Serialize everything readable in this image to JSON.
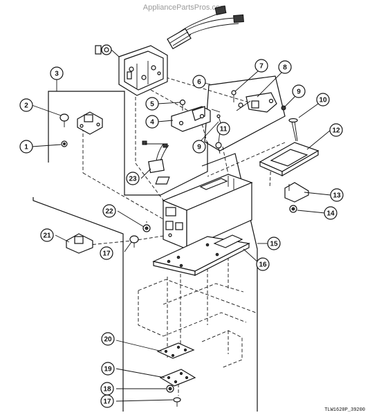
{
  "watermark": "AppliancePartsPros.com",
  "drawing_id": "TLW1620P_39200",
  "callouts": [
    "1",
    "2",
    "3",
    "4",
    "5",
    "6",
    "7",
    "8",
    "9",
    "9",
    "10",
    "11",
    "12",
    "13",
    "14",
    "15",
    "16",
    "17",
    "17",
    "18",
    "19",
    "20",
    "21",
    "22",
    "23"
  ]
}
